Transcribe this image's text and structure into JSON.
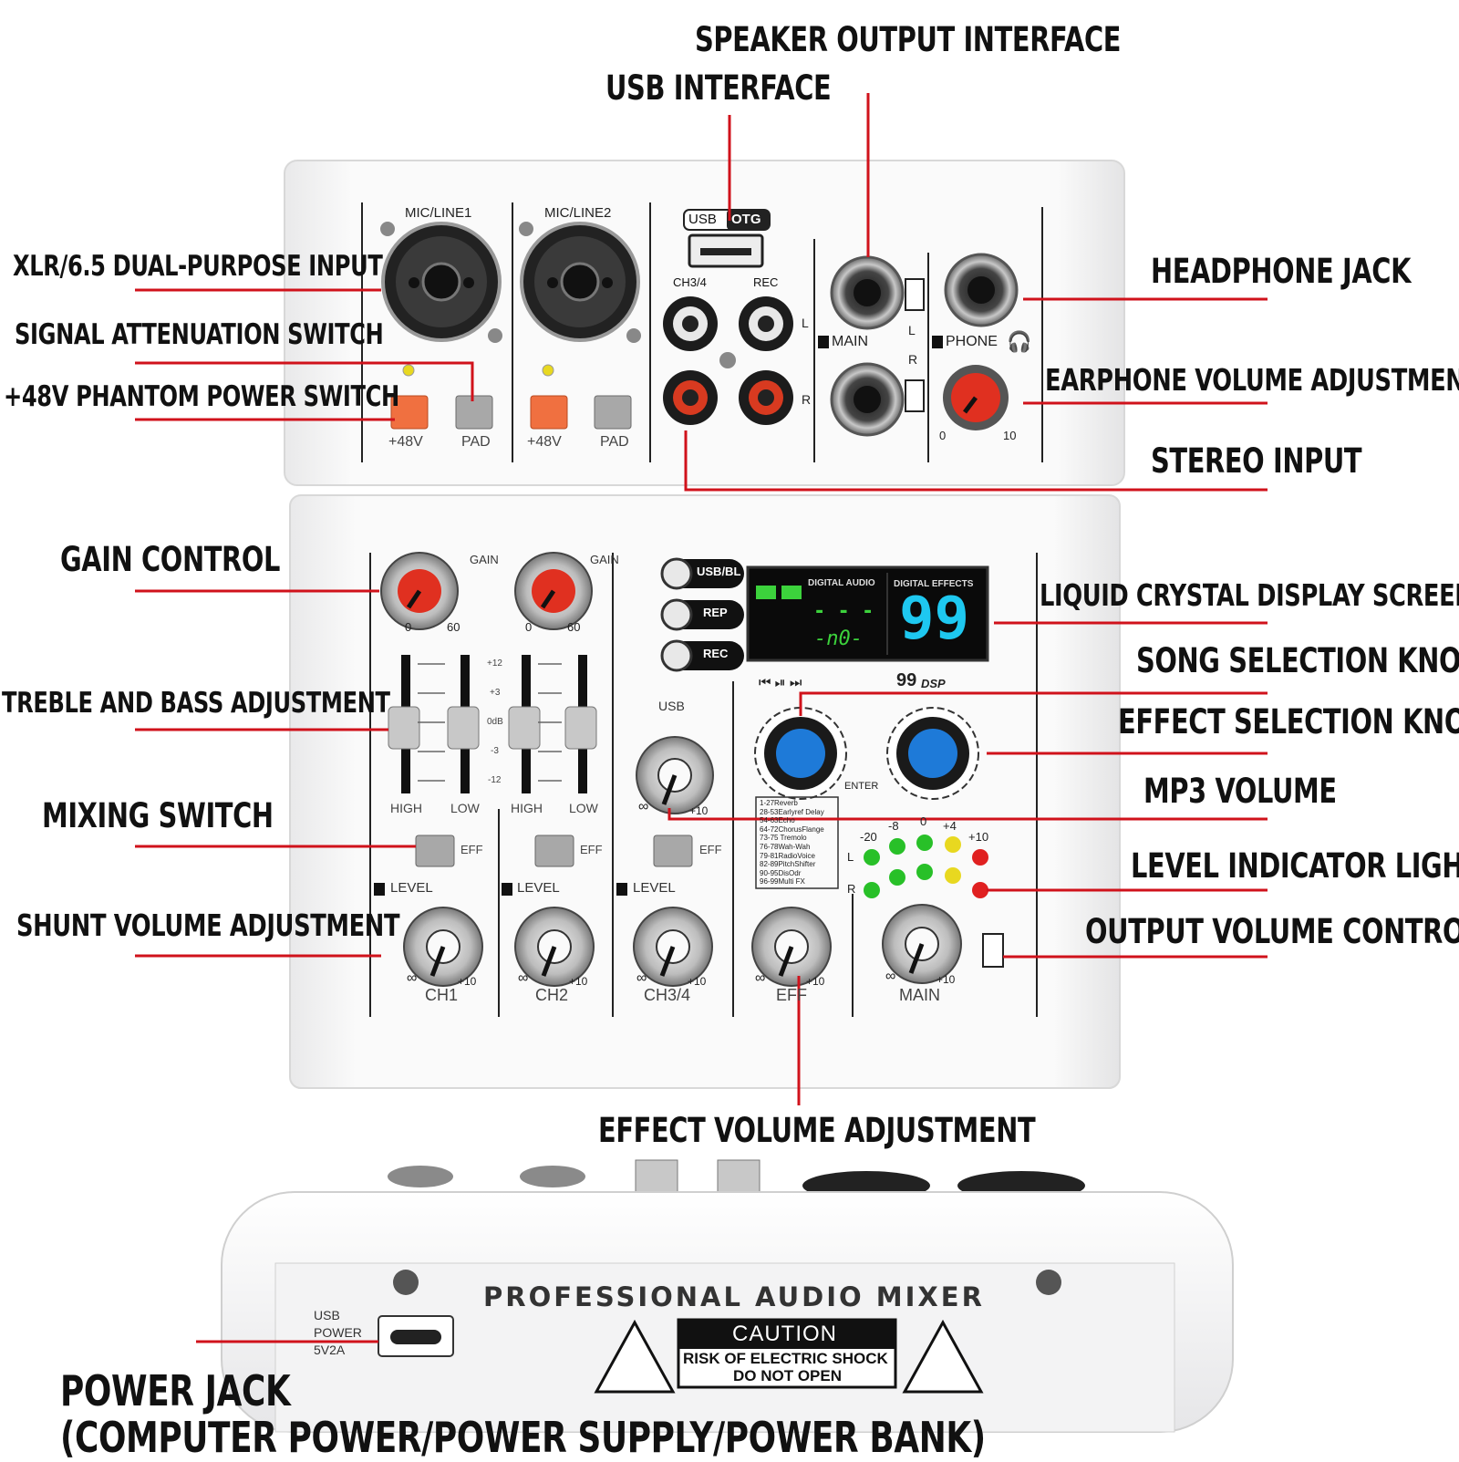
{
  "callouts": {
    "speaker_output": "SPEAKER OUTPUT INTERFACE",
    "usb_interface": "USB INTERFACE",
    "xlr_input": "XLR/6.5 DUAL-PURPOSE INPUT",
    "signal_attenuation": "SIGNAL ATTENUATION SWITCH",
    "phantom_power": "+48V PHANTOM POWER SWITCH",
    "headphone_jack": "HEADPHONE JACK",
    "earphone_volume": "EARPHONE VOLUME ADJUSTMENT",
    "stereo_input": "STEREO INPUT",
    "gain_control": "GAIN CONTROL",
    "lcd_screen": "LIQUID CRYSTAL DISPLAY SCREEN",
    "song_selection": "SONG SELECTION KNOB",
    "treble_bass": "TREBLE AND BASS ADJUSTMENT",
    "effect_selection": "EFFECT SELECTION KNOB",
    "mixing_switch": "MIXING SWITCH",
    "mp3_volume": "MP3 VOLUME",
    "level_indicator": "LEVEL INDICATOR LIGHT",
    "shunt_volume": "SHUNT VOLUME ADJUSTMENT",
    "output_volume": "OUTPUT VOLUME CONTROL",
    "effect_volume": "EFFECT VOLUME ADJUSTMENT",
    "power_jack_line1": "POWER JACK",
    "power_jack_line2": "(COMPUTER POWER/POWER SUPPLY/POWER BANK)"
  },
  "panel": {
    "mic_line1": "MIC/LINE1",
    "mic_line2": "MIC/LINE2",
    "usb_otg_left": "USB",
    "usb_otg_right": "OTG",
    "ch34": "CH3/4",
    "rec": "REC",
    "l": "L",
    "r": "R",
    "main": "MAIN",
    "phone": "PHONE",
    "phantom": "+48V",
    "pad": "PAD",
    "zero": "0",
    "ten": "10",
    "gain": "GAIN",
    "gain_min": "0",
    "gain_max": "60",
    "high": "HIGH",
    "low": "LOW",
    "eq_scale": [
      "+12",
      "+3",
      "0dB",
      "-3",
      "-12"
    ],
    "eff": "EFF",
    "level": "LEVEL",
    "inf": "∞",
    "plus10": "+10",
    "ch1": "CH1",
    "ch2": "CH2",
    "ch34_label": "CH3/4",
    "eff_label": "EFF",
    "main_label": "MAIN",
    "usb_bl": "USB/BL",
    "rep": "REP",
    "rec_btn": "REC",
    "usb_label": "USB",
    "digital_audio": "DIGITAL AUDIO",
    "digital_effects": "DIGITAL EFFECTS",
    "lcd_dashes": "- - -",
    "lcd_no": "-n0-",
    "effect_number": "99",
    "dsp_brand_num": "99",
    "dsp_brand_text": "DSP",
    "transport": "⏮ ⏯ ⏭",
    "enter": "ENTER",
    "effect_list": [
      "1-27Reverb",
      "28-53Earlyref Delay",
      "54-63Echo",
      "64-72ChorusFlange",
      "73-75 Tremolo",
      "76-78Wah-Wah",
      "79-81RadioVoice",
      "82-89PitchShifter",
      "90-95DisOdr",
      "96-99Multi FX"
    ],
    "meter_labels": [
      "-20",
      "-8",
      "0",
      "+4",
      "+10"
    ]
  },
  "rear": {
    "title": "PROFESSIONAL AUDIO MIXER",
    "caution": "CAUTION",
    "caution_line1": "RISK OF ELECTRIC SHOCK",
    "caution_line2": "DO NOT OPEN",
    "usb_power_1": "USB",
    "usb_power_2": "POWER",
    "usb_power_3": "5V2A"
  },
  "colors": {
    "leader": "#d0121b",
    "phantom_button": "#f07040",
    "knob_red": "#e03020",
    "knob_blue": "#1e7ad8",
    "lcd_cyan": "#1ec8f0",
    "lcd_green": "#3cd23c",
    "led_green": "#28c028",
    "led_yellow": "#e8d820",
    "led_red": "#e02020"
  }
}
